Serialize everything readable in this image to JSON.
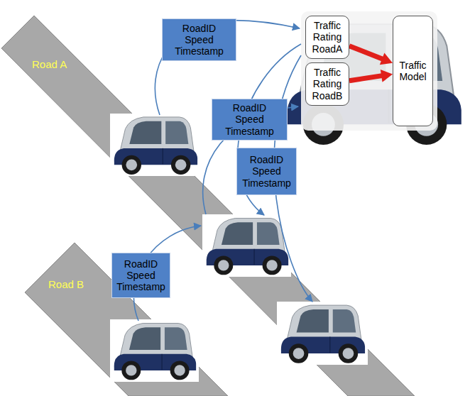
{
  "diagram": {
    "nodes": [
      {
        "text": [
          "Traffic Rating RoadA"
        ]
      },
      {
        "text": [
          "Traffic Rating RoadB"
        ]
      },
      {
        "text": [
          "Traffic Model"
        ]
      },
      {
        "text": [
          "RoadID Speed Timestamp"
        ]
      },
      {
        "text": [
          "RoadID Speed Timestamp"
        ]
      },
      {
        "text": [
          "RoadID Speed Timestamp"
        ]
      },
      {
        "text": [
          "RoadID Speed Timestamp"
        ]
      }
    ],
    "edges": [
      {
        "from": 0,
        "to": 2,
        "arrow": "to"
      },
      {
        "from": 1,
        "to": 2,
        "arrow": "to"
      }
    ],
    "labels": [
      "Road A",
      "Road B"
    ]
  }
}
